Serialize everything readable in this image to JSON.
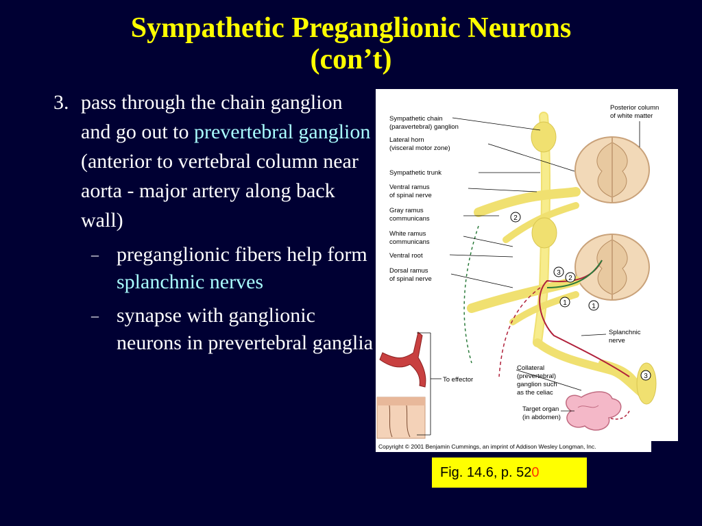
{
  "slide": {
    "title_line1": "Sympathetic Preganglionic Neurons",
    "title_line2": "(con’t)",
    "point_number": "3.",
    "point_parts": {
      "a": "pass through the chain ganglion and go out to",
      "b": "prevertebral ganglion",
      "c": "(anterior to vertebral column near aorta - major artery along back wall)"
    },
    "sub_dash": "–",
    "sub1": {
      "a": "preganglionic fibers help form",
      "b": "splanchnic nerves"
    },
    "sub2": "synapse with ganglionic neurons in prevertebral ganglia",
    "figure_ref_main": "Fig. 14.6, p. 52",
    "figure_ref_tail": "0",
    "highlight_color": "#aaffff",
    "title_color": "#ffff00",
    "background_color": "#000033"
  },
  "figure": {
    "labels": {
      "sympathetic_chain_1": "Sympathetic chain",
      "sympathetic_chain_2": "(paravertebral) ganglion",
      "lateral_horn_1": "Lateral horn",
      "lateral_horn_2": "(visceral motor zone)",
      "sympathetic_trunk": "Sympathetic trunk",
      "ventral_ramus_1": "Ventral ramus",
      "ventral_ramus_2": "of spinal nerve",
      "gray_ramus_1": "Gray ramus",
      "gray_ramus_2": "communicans",
      "white_ramus_1": "White ramus",
      "white_ramus_2": "communicans",
      "ventral_root": "Ventral root",
      "dorsal_ramus_1": "Dorsal ramus",
      "dorsal_ramus_2": "of spinal nerve",
      "posterior_column_1": "Posterior column",
      "posterior_column_2": "of white matter",
      "splanchnic_1": "Splanchnic",
      "splanchnic_2": "nerve",
      "to_effector": "To effector",
      "collateral_1": "Collateral",
      "collateral_2": "(prevertebral)",
      "collateral_3": "ganglion such",
      "collateral_4": "as the celiac",
      "target_1": "Target organ",
      "target_2": "(in abdomen)"
    },
    "markers": {
      "one": "1",
      "two": "2",
      "three": "3"
    },
    "copyright": "Copyright © 2001 Benjamin Cummings, an imprint of Addison Wesley Longman, Inc."
  }
}
